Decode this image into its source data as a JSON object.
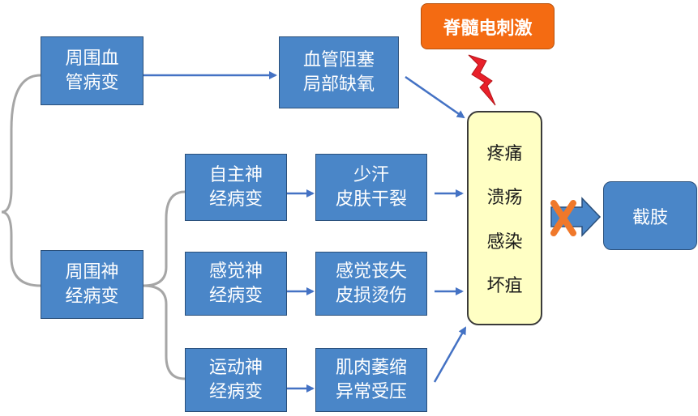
{
  "causes": {
    "vascular": [
      "周围血",
      "管病变"
    ],
    "neuropathy": [
      "周围神",
      "经病变"
    ]
  },
  "neuropathy_types": {
    "autonomic": [
      "自主神",
      "经病变"
    ],
    "sensory": [
      "感觉神",
      "经病变"
    ],
    "motor": [
      "运动神",
      "经病变"
    ]
  },
  "effects": {
    "ischemia": [
      "血管阻塞",
      "局部缺氧"
    ],
    "dry_skin": [
      "少汗",
      "皮肤干裂"
    ],
    "sensory_loss": [
      "感觉丧失",
      "皮损烫伤"
    ],
    "muscle": [
      "肌肉萎缩",
      "异常受压"
    ]
  },
  "stimulation": "脊髓电刺激",
  "outcomes": [
    "疼痛",
    "溃疡",
    "感染",
    "坏疽"
  ],
  "amputation": "截肢",
  "colors": {
    "box_fill": "#4a86c8",
    "arrow": "#4472c4",
    "stimulation_fill": "#f46b12",
    "lightning": "#e8202a",
    "result_fill": "#ffffc4",
    "cross": "#f0782a",
    "bracket": "#a6a6a6"
  }
}
